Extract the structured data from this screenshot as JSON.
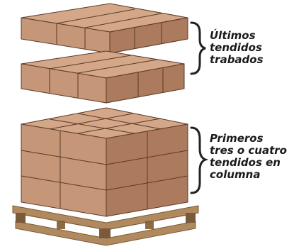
{
  "labels": {
    "top": [
      "Últimos",
      "tendidos",
      "trabados"
    ],
    "bottom": [
      "Primeros",
      "tres o cuatro",
      "tendidos en",
      "columna"
    ]
  },
  "colors": {
    "box_top": "#d3a787",
    "box_front": "#c59677",
    "box_side": "#ac7b5d",
    "box_line": "#5a3a28",
    "pallet": "#b08a5e",
    "pallet_dark": "#7a5a3a",
    "brace": "#222222"
  }
}
